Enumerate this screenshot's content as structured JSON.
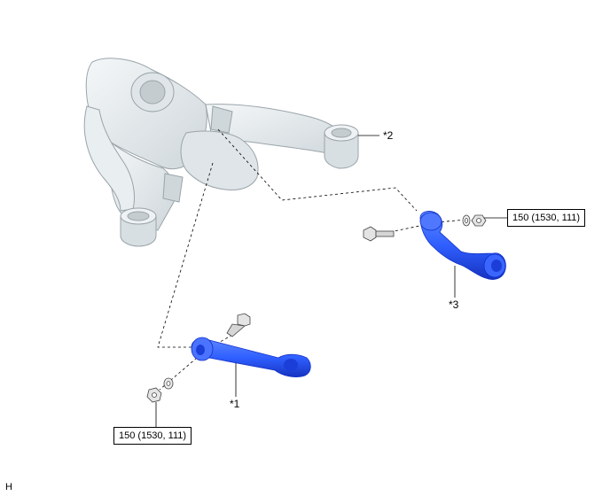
{
  "callouts": {
    "part1": "*1",
    "part2": "*2",
    "part3": "*3"
  },
  "torque": {
    "upper": "150 (1530, 111)",
    "lower": "150 (1530, 111)"
  },
  "corner_mark": "H",
  "colors": {
    "arm_fill": "#2f5fff",
    "arm_dark": "#1030c8",
    "frame_fill": "#e6ebee",
    "frame_stroke": "#9aa4aa",
    "line": "#000000"
  },
  "icons": {
    "bolt": "bolt-icon",
    "washer": "washer-icon",
    "nut": "nut-icon"
  }
}
